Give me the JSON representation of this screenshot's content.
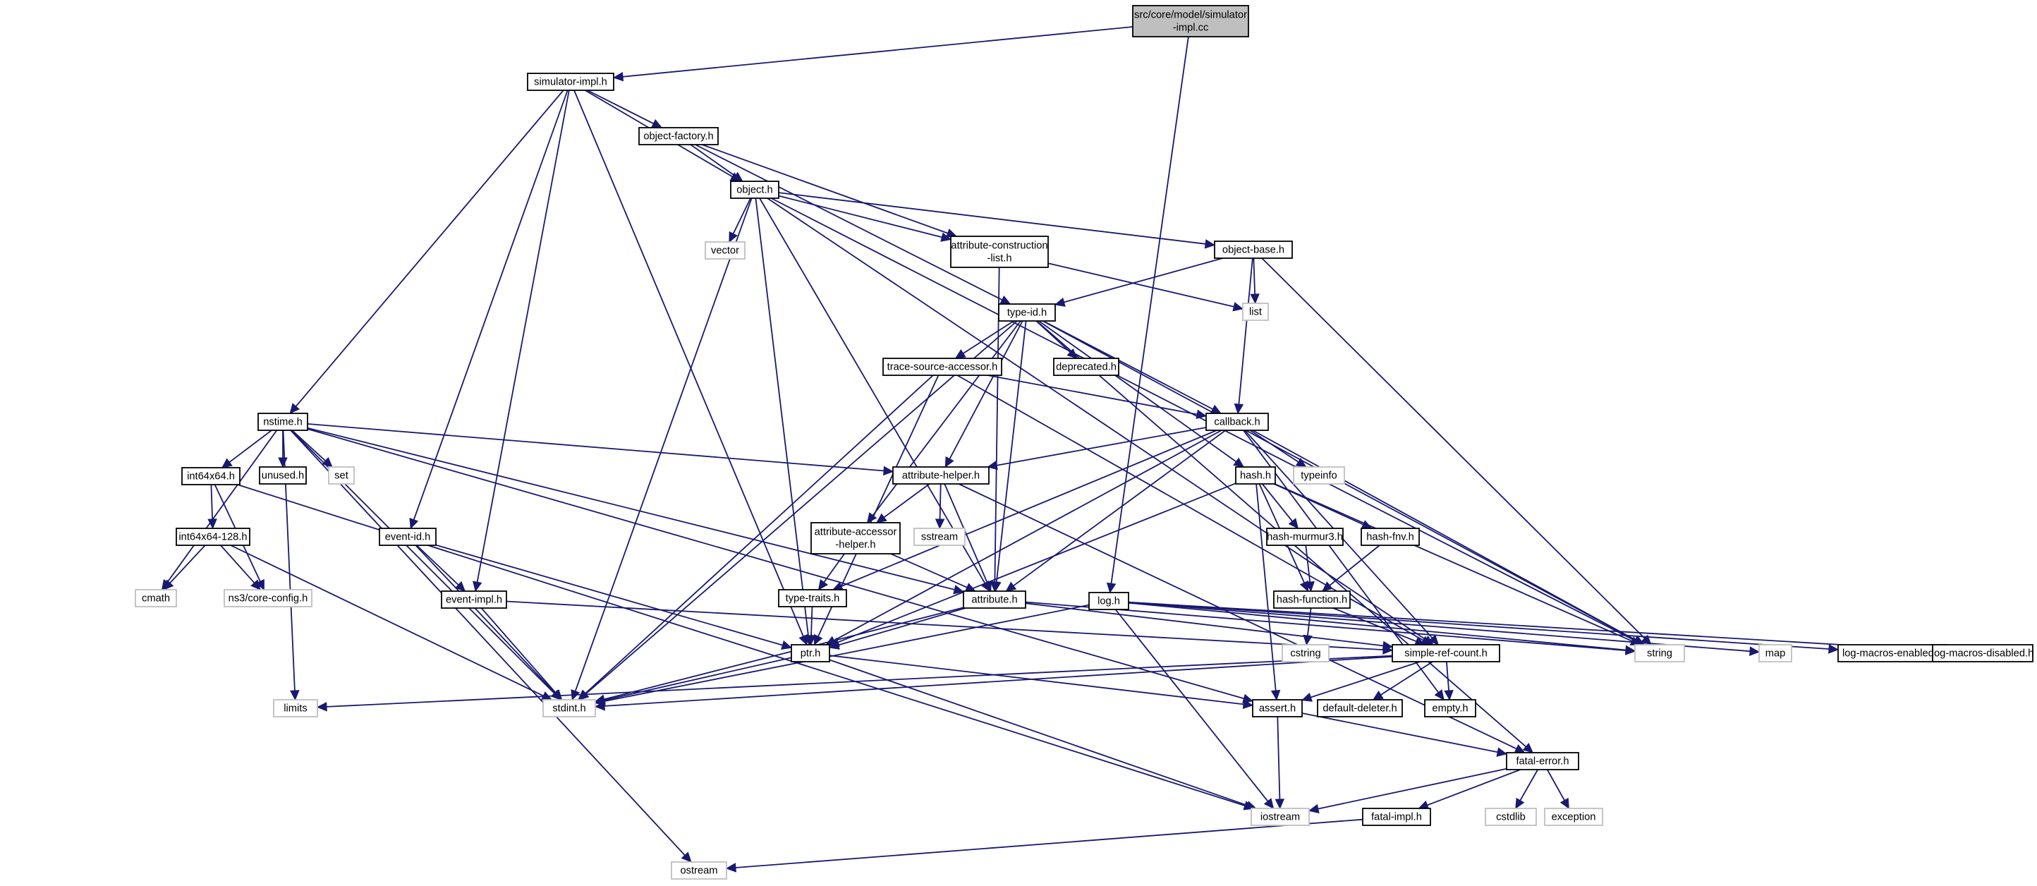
{
  "graph": {
    "nodes": [
      {
        "id": "root",
        "label": [
          "src/core/model/simulator",
          "-impl.cc"
        ],
        "kind": "root"
      },
      {
        "id": "simulator-impl",
        "label": [
          "simulator-impl.h"
        ],
        "kind": "internal"
      },
      {
        "id": "log",
        "label": [
          "log.h"
        ],
        "kind": "internal"
      },
      {
        "id": "object-factory",
        "label": [
          "object-factory.h"
        ],
        "kind": "internal"
      },
      {
        "id": "object",
        "label": [
          "object.h"
        ],
        "kind": "internal"
      },
      {
        "id": "vector",
        "label": [
          "vector"
        ],
        "kind": "external"
      },
      {
        "id": "attr-construction",
        "label": [
          "attribute-construction",
          "-list.h"
        ],
        "kind": "internal"
      },
      {
        "id": "object-base",
        "label": [
          "object-base.h"
        ],
        "kind": "internal"
      },
      {
        "id": "list",
        "label": [
          "list"
        ],
        "kind": "external"
      },
      {
        "id": "type-id",
        "label": [
          "type-id.h"
        ],
        "kind": "internal"
      },
      {
        "id": "deprecated",
        "label": [
          "deprecated.h"
        ],
        "kind": "internal"
      },
      {
        "id": "trace-source",
        "label": [
          "trace-source-accessor.h"
        ],
        "kind": "internal"
      },
      {
        "id": "nstime",
        "label": [
          "nstime.h"
        ],
        "kind": "internal"
      },
      {
        "id": "callback",
        "label": [
          "callback.h"
        ],
        "kind": "internal"
      },
      {
        "id": "typeinfo",
        "label": [
          "typeinfo"
        ],
        "kind": "external"
      },
      {
        "id": "int64x64",
        "label": [
          "int64x64.h"
        ],
        "kind": "internal"
      },
      {
        "id": "unused",
        "label": [
          "unused.h"
        ],
        "kind": "internal"
      },
      {
        "id": "set",
        "label": [
          "set"
        ],
        "kind": "external"
      },
      {
        "id": "attribute-helper",
        "label": [
          "attribute-helper.h"
        ],
        "kind": "internal"
      },
      {
        "id": "hash",
        "label": [
          "hash.h"
        ],
        "kind": "internal"
      },
      {
        "id": "sstream",
        "label": [
          "sstream"
        ],
        "kind": "external"
      },
      {
        "id": "attr-accessor",
        "label": [
          "attribute-accessor",
          "-helper.h"
        ],
        "kind": "internal"
      },
      {
        "id": "int64x64-128",
        "label": [
          "int64x64-128.h"
        ],
        "kind": "internal"
      },
      {
        "id": "event-id",
        "label": [
          "event-id.h"
        ],
        "kind": "internal"
      },
      {
        "id": "hash-murmur3",
        "label": [
          "hash-murmur3.h"
        ],
        "kind": "internal"
      },
      {
        "id": "hash-fnv",
        "label": [
          "hash-fnv.h"
        ],
        "kind": "internal"
      },
      {
        "id": "cmath",
        "label": [
          "cmath"
        ],
        "kind": "external"
      },
      {
        "id": "core-config",
        "label": [
          "ns3/core-config.h"
        ],
        "kind": "external"
      },
      {
        "id": "event-impl",
        "label": [
          "event-impl.h"
        ],
        "kind": "internal"
      },
      {
        "id": "type-traits",
        "label": [
          "type-traits.h"
        ],
        "kind": "internal"
      },
      {
        "id": "attribute",
        "label": [
          "attribute.h"
        ],
        "kind": "internal"
      },
      {
        "id": "hash-function",
        "label": [
          "hash-function.h"
        ],
        "kind": "internal"
      },
      {
        "id": "ptr",
        "label": [
          "ptr.h"
        ],
        "kind": "internal"
      },
      {
        "id": "cstring",
        "label": [
          "cstring"
        ],
        "kind": "external"
      },
      {
        "id": "simple-ref-count",
        "label": [
          "simple-ref-count.h"
        ],
        "kind": "internal"
      },
      {
        "id": "string",
        "label": [
          "string"
        ],
        "kind": "external"
      },
      {
        "id": "map",
        "label": [
          "map"
        ],
        "kind": "external"
      },
      {
        "id": "log-macros-enabled",
        "label": [
          "log-macros-enabled.h"
        ],
        "kind": "internal"
      },
      {
        "id": "log-macros-disabled",
        "label": [
          "log-macros-disabled.h"
        ],
        "kind": "internal"
      },
      {
        "id": "limits",
        "label": [
          "limits"
        ],
        "kind": "external"
      },
      {
        "id": "stdint",
        "label": [
          "stdint.h"
        ],
        "kind": "external"
      },
      {
        "id": "assert",
        "label": [
          "assert.h"
        ],
        "kind": "internal"
      },
      {
        "id": "default-deleter",
        "label": [
          "default-deleter.h"
        ],
        "kind": "internal"
      },
      {
        "id": "empty",
        "label": [
          "empty.h"
        ],
        "kind": "internal"
      },
      {
        "id": "fatal-error",
        "label": [
          "fatal-error.h"
        ],
        "kind": "internal"
      },
      {
        "id": "iostream",
        "label": [
          "iostream"
        ],
        "kind": "external"
      },
      {
        "id": "fatal-impl",
        "label": [
          "fatal-impl.h"
        ],
        "kind": "internal"
      },
      {
        "id": "cstdlib",
        "label": [
          "cstdlib"
        ],
        "kind": "external"
      },
      {
        "id": "exception",
        "label": [
          "exception"
        ],
        "kind": "external"
      },
      {
        "id": "ostream",
        "label": [
          "ostream"
        ],
        "kind": "external"
      }
    ],
    "edges": [
      [
        "root",
        "simulator-impl"
      ],
      [
        "root",
        "log"
      ],
      [
        "simulator-impl",
        "object-factory"
      ],
      [
        "simulator-impl",
        "object"
      ],
      [
        "simulator-impl",
        "nstime"
      ],
      [
        "simulator-impl",
        "event-id"
      ],
      [
        "simulator-impl",
        "event-impl"
      ],
      [
        "simulator-impl",
        "ptr"
      ],
      [
        "object-factory",
        "object"
      ],
      [
        "object-factory",
        "attr-construction"
      ],
      [
        "object-factory",
        "type-id"
      ],
      [
        "object",
        "vector"
      ],
      [
        "object",
        "attr-construction"
      ],
      [
        "object",
        "object-base"
      ],
      [
        "object",
        "ptr"
      ],
      [
        "object",
        "attribute"
      ],
      [
        "object",
        "simple-ref-count"
      ],
      [
        "object",
        "stdint"
      ],
      [
        "object",
        "string"
      ],
      [
        "attr-construction",
        "list"
      ],
      [
        "attr-construction",
        "attribute"
      ],
      [
        "object-base",
        "list"
      ],
      [
        "object-base",
        "type-id"
      ],
      [
        "object-base",
        "callback"
      ],
      [
        "object-base",
        "string"
      ],
      [
        "type-id",
        "deprecated"
      ],
      [
        "type-id",
        "trace-source"
      ],
      [
        "type-id",
        "callback"
      ],
      [
        "type-id",
        "attribute-helper"
      ],
      [
        "type-id",
        "attr-accessor"
      ],
      [
        "type-id",
        "attribute"
      ],
      [
        "type-id",
        "hash"
      ],
      [
        "type-id",
        "stdint"
      ],
      [
        "type-id",
        "string"
      ],
      [
        "type-id",
        "fatal-error"
      ],
      [
        "trace-source",
        "callback"
      ],
      [
        "trace-source",
        "ptr"
      ],
      [
        "trace-source",
        "simple-ref-count"
      ],
      [
        "trace-source",
        "stdint"
      ],
      [
        "nstime",
        "int64x64"
      ],
      [
        "nstime",
        "unused"
      ],
      [
        "nstime",
        "set"
      ],
      [
        "nstime",
        "attribute-helper"
      ],
      [
        "nstime",
        "attribute"
      ],
      [
        "nstime",
        "cmath"
      ],
      [
        "nstime",
        "limits"
      ],
      [
        "nstime",
        "stdint"
      ],
      [
        "nstime",
        "assert"
      ],
      [
        "nstime",
        "ostream"
      ],
      [
        "callback",
        "typeinfo"
      ],
      [
        "callback",
        "attribute-helper"
      ],
      [
        "callback",
        "attribute"
      ],
      [
        "callback",
        "ptr"
      ],
      [
        "callback",
        "simple-ref-count"
      ],
      [
        "callback",
        "string"
      ],
      [
        "callback",
        "type-traits"
      ],
      [
        "callback",
        "empty"
      ],
      [
        "int64x64",
        "int64x64-128"
      ],
      [
        "int64x64",
        "core-config"
      ],
      [
        "int64x64",
        "iostream"
      ],
      [
        "int64x64-128",
        "cmath"
      ],
      [
        "int64x64-128",
        "core-config"
      ],
      [
        "int64x64-128",
        "stdint"
      ],
      [
        "attribute-helper",
        "sstream"
      ],
      [
        "attribute-helper",
        "attr-accessor"
      ],
      [
        "attribute-helper",
        "attribute"
      ],
      [
        "attribute-helper",
        "fatal-error"
      ],
      [
        "attr-accessor",
        "type-traits"
      ],
      [
        "attr-accessor",
        "attribute"
      ],
      [
        "hash",
        "hash-murmur3"
      ],
      [
        "hash",
        "hash-fnv"
      ],
      [
        "hash",
        "hash-function"
      ],
      [
        "hash",
        "string"
      ],
      [
        "hash",
        "assert"
      ],
      [
        "hash",
        "ptr"
      ],
      [
        "hash-murmur3",
        "hash-function"
      ],
      [
        "hash-fnv",
        "hash-function"
      ],
      [
        "hash-function",
        "cstring"
      ],
      [
        "hash-function",
        "simple-ref-count"
      ],
      [
        "event-id",
        "event-impl"
      ],
      [
        "event-id",
        "ptr"
      ],
      [
        "event-id",
        "stdint"
      ],
      [
        "event-impl",
        "simple-ref-count"
      ],
      [
        "event-impl",
        "stdint"
      ],
      [
        "type-traits",
        "ptr"
      ],
      [
        "attribute",
        "ptr"
      ],
      [
        "attribute",
        "simple-ref-count"
      ],
      [
        "attribute",
        "string"
      ],
      [
        "attribute",
        "stdint"
      ],
      [
        "ptr",
        "assert"
      ],
      [
        "ptr",
        "iostream"
      ],
      [
        "ptr",
        "stdint"
      ],
      [
        "simple-ref-count",
        "empty"
      ],
      [
        "simple-ref-count",
        "default-deleter"
      ],
      [
        "simple-ref-count",
        "assert"
      ],
      [
        "simple-ref-count",
        "limits"
      ],
      [
        "simple-ref-count",
        "stdint"
      ],
      [
        "log",
        "string"
      ],
      [
        "log",
        "map"
      ],
      [
        "log",
        "log-macros-enabled"
      ],
      [
        "log",
        "log-macros-disabled"
      ],
      [
        "log",
        "iostream"
      ],
      [
        "log",
        "stdint"
      ],
      [
        "assert",
        "fatal-error"
      ],
      [
        "assert",
        "iostream"
      ],
      [
        "fatal-error",
        "fatal-impl"
      ],
      [
        "fatal-error",
        "iostream"
      ],
      [
        "fatal-error",
        "cstdlib"
      ],
      [
        "fatal-error",
        "exception"
      ],
      [
        "fatal-impl",
        "ostream"
      ]
    ]
  }
}
